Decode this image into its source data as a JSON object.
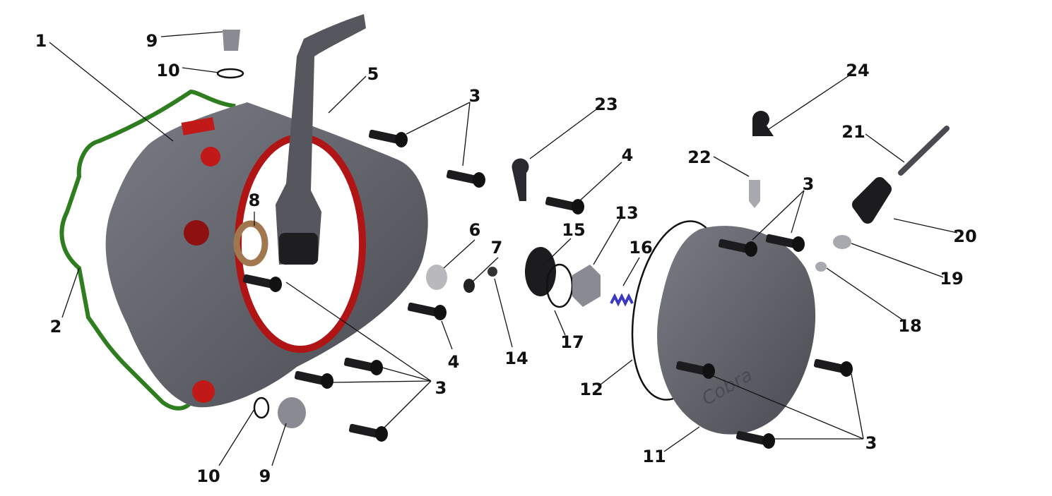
{
  "diagram": {
    "callouts": [
      {
        "number": "1"
      },
      {
        "number": "9"
      },
      {
        "number": "10"
      },
      {
        "number": "5"
      },
      {
        "number": "3"
      },
      {
        "number": "23"
      },
      {
        "number": "24"
      },
      {
        "number": "21"
      },
      {
        "number": "22"
      },
      {
        "number": "4"
      },
      {
        "number": "3"
      },
      {
        "number": "13"
      },
      {
        "number": "8"
      },
      {
        "number": "6"
      },
      {
        "number": "15"
      },
      {
        "number": "7"
      },
      {
        "number": "16"
      },
      {
        "number": "20"
      },
      {
        "number": "19"
      },
      {
        "number": "18"
      },
      {
        "number": "2"
      },
      {
        "number": "17"
      },
      {
        "number": "14"
      },
      {
        "number": "4"
      },
      {
        "number": "3"
      },
      {
        "number": "12"
      },
      {
        "number": "3"
      },
      {
        "number": "11"
      },
      {
        "number": "10"
      },
      {
        "number": "9"
      }
    ],
    "logo_text": "Cobra",
    "colors": {
      "gasket": "#2e7d1f",
      "cover": "#5f6068",
      "seal_red": "#b01414",
      "bolt": "#1c1c1e",
      "oring": "#111111",
      "spring": "#3a3ac0",
      "seal_bronze": "#a0774e"
    }
  }
}
